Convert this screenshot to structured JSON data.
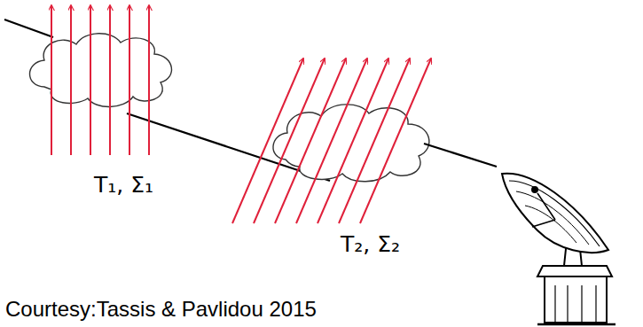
{
  "diagram": {
    "labels": [
      "T₁, Σ₁",
      "T₂, Σ₂",
      "Courtesy:Tassis & Pavlidou 2015"
    ]
  }
}
